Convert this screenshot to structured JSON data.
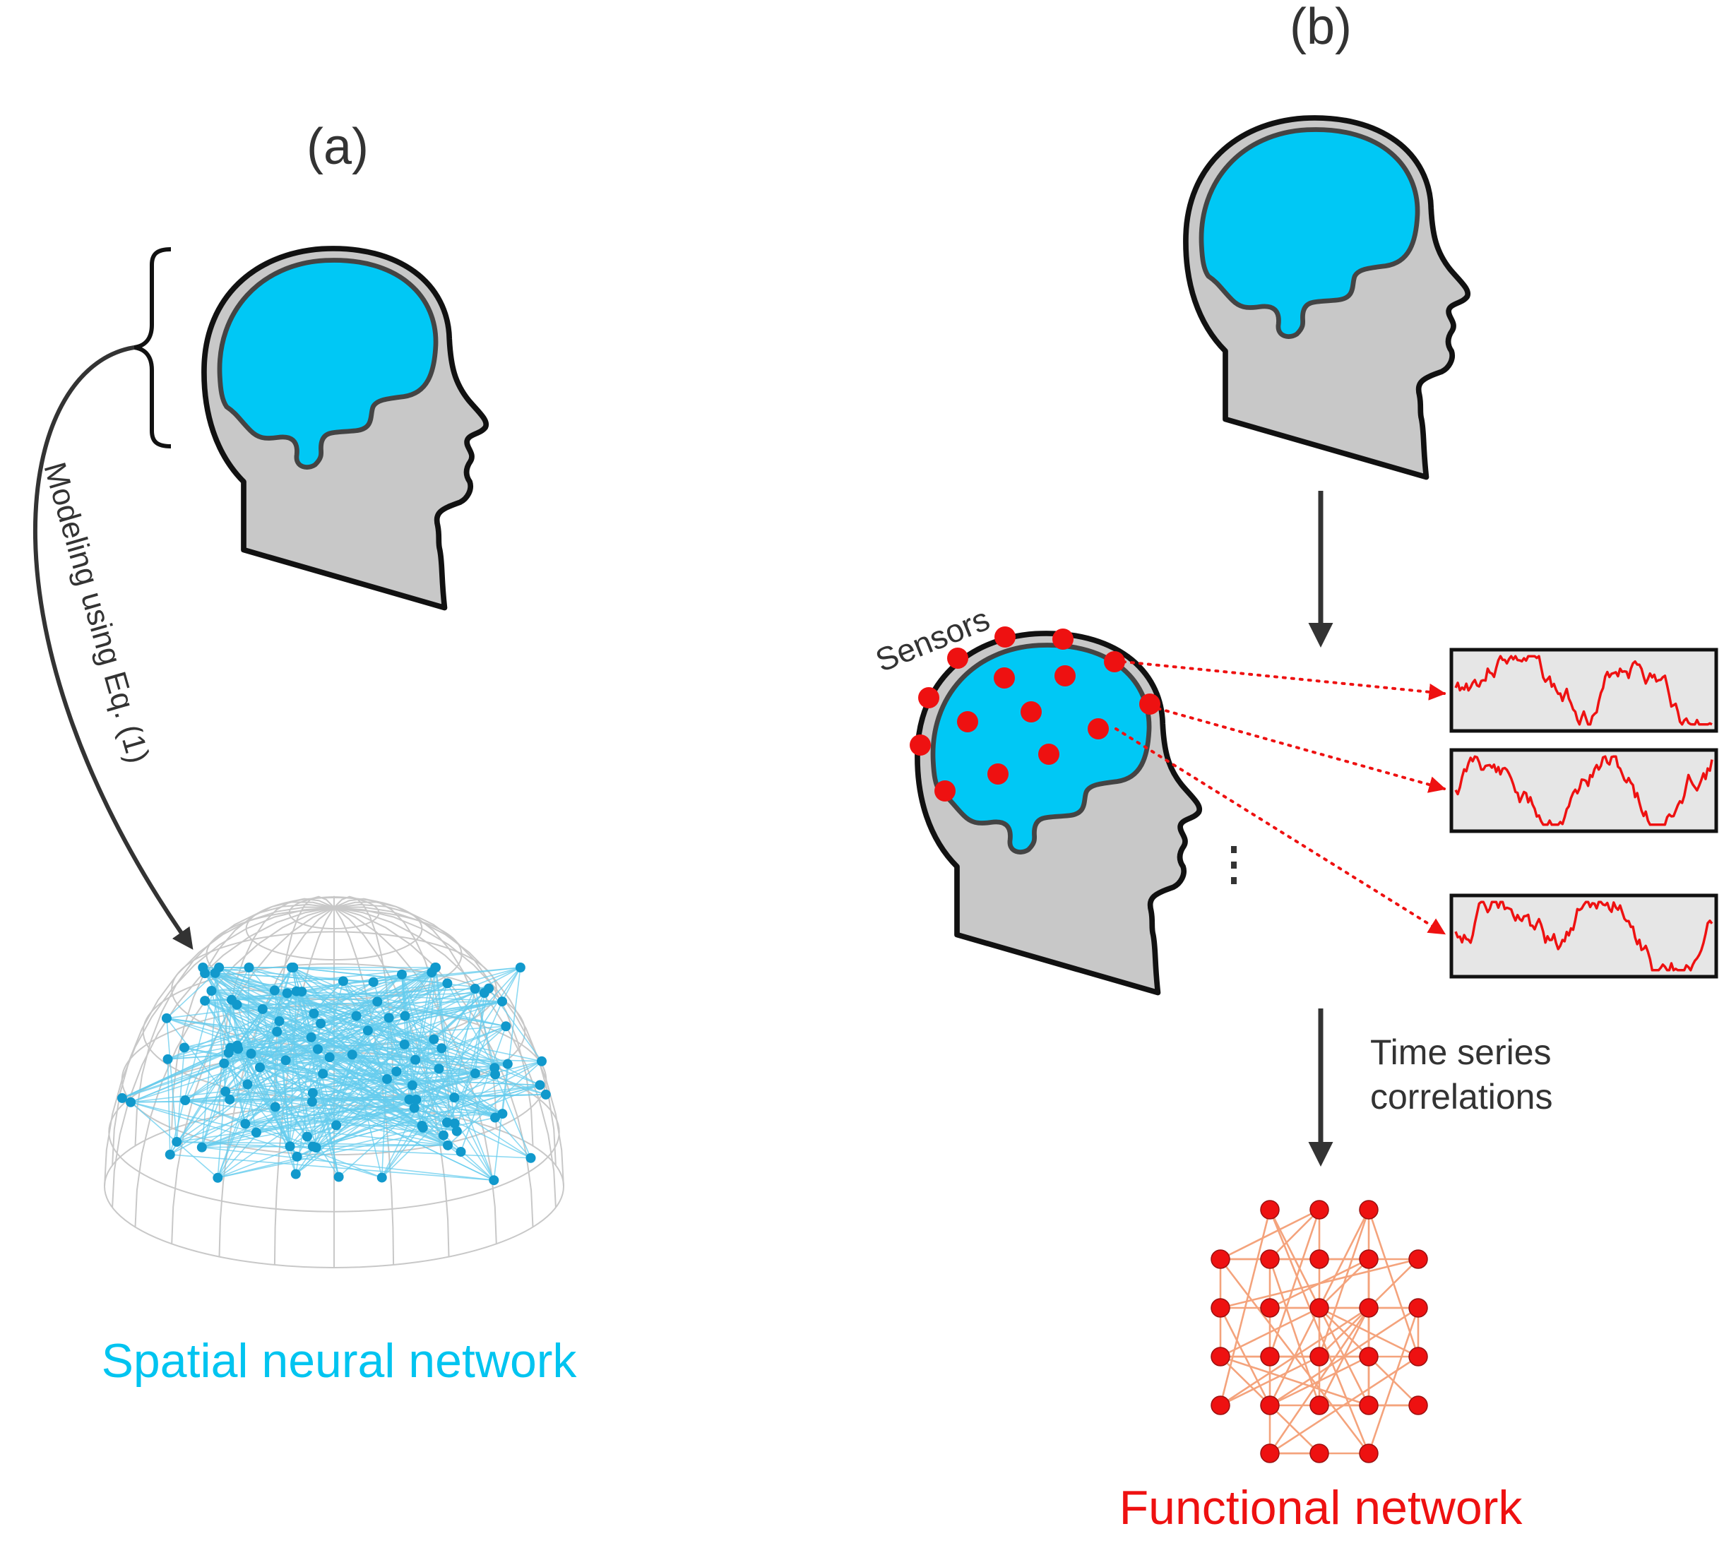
{
  "panels": {
    "a": {
      "label": "(a)"
    },
    "b": {
      "label": "(b)"
    }
  },
  "texts": {
    "modeling": "Modeling using Eq. (1)",
    "sensors": "Sensors",
    "time_series": [
      "Time series",
      "correlations"
    ],
    "spatial_network": "Spatial neural network",
    "functional_network": "Functional network"
  },
  "colors": {
    "brain": "#00c8f5",
    "head_fill": "#c8c8c8",
    "outline": "#111111",
    "arrow": "#333333",
    "sensor": "#ee1111",
    "signal": "#ee1111",
    "panel_bg": "#e6e6e6",
    "spatial_node": "#1199cc",
    "spatial_edge": "#66ccee",
    "spatial_text": "#00c4f0",
    "functional_node": "#ee1111",
    "functional_edge": "#f4a37c",
    "functional_text": "#ee1111",
    "dome": "#c8c8c8"
  },
  "icons": [
    "head-brain-icon",
    "brace-icon",
    "dome-mesh-icon",
    "down-arrow-icon"
  ]
}
